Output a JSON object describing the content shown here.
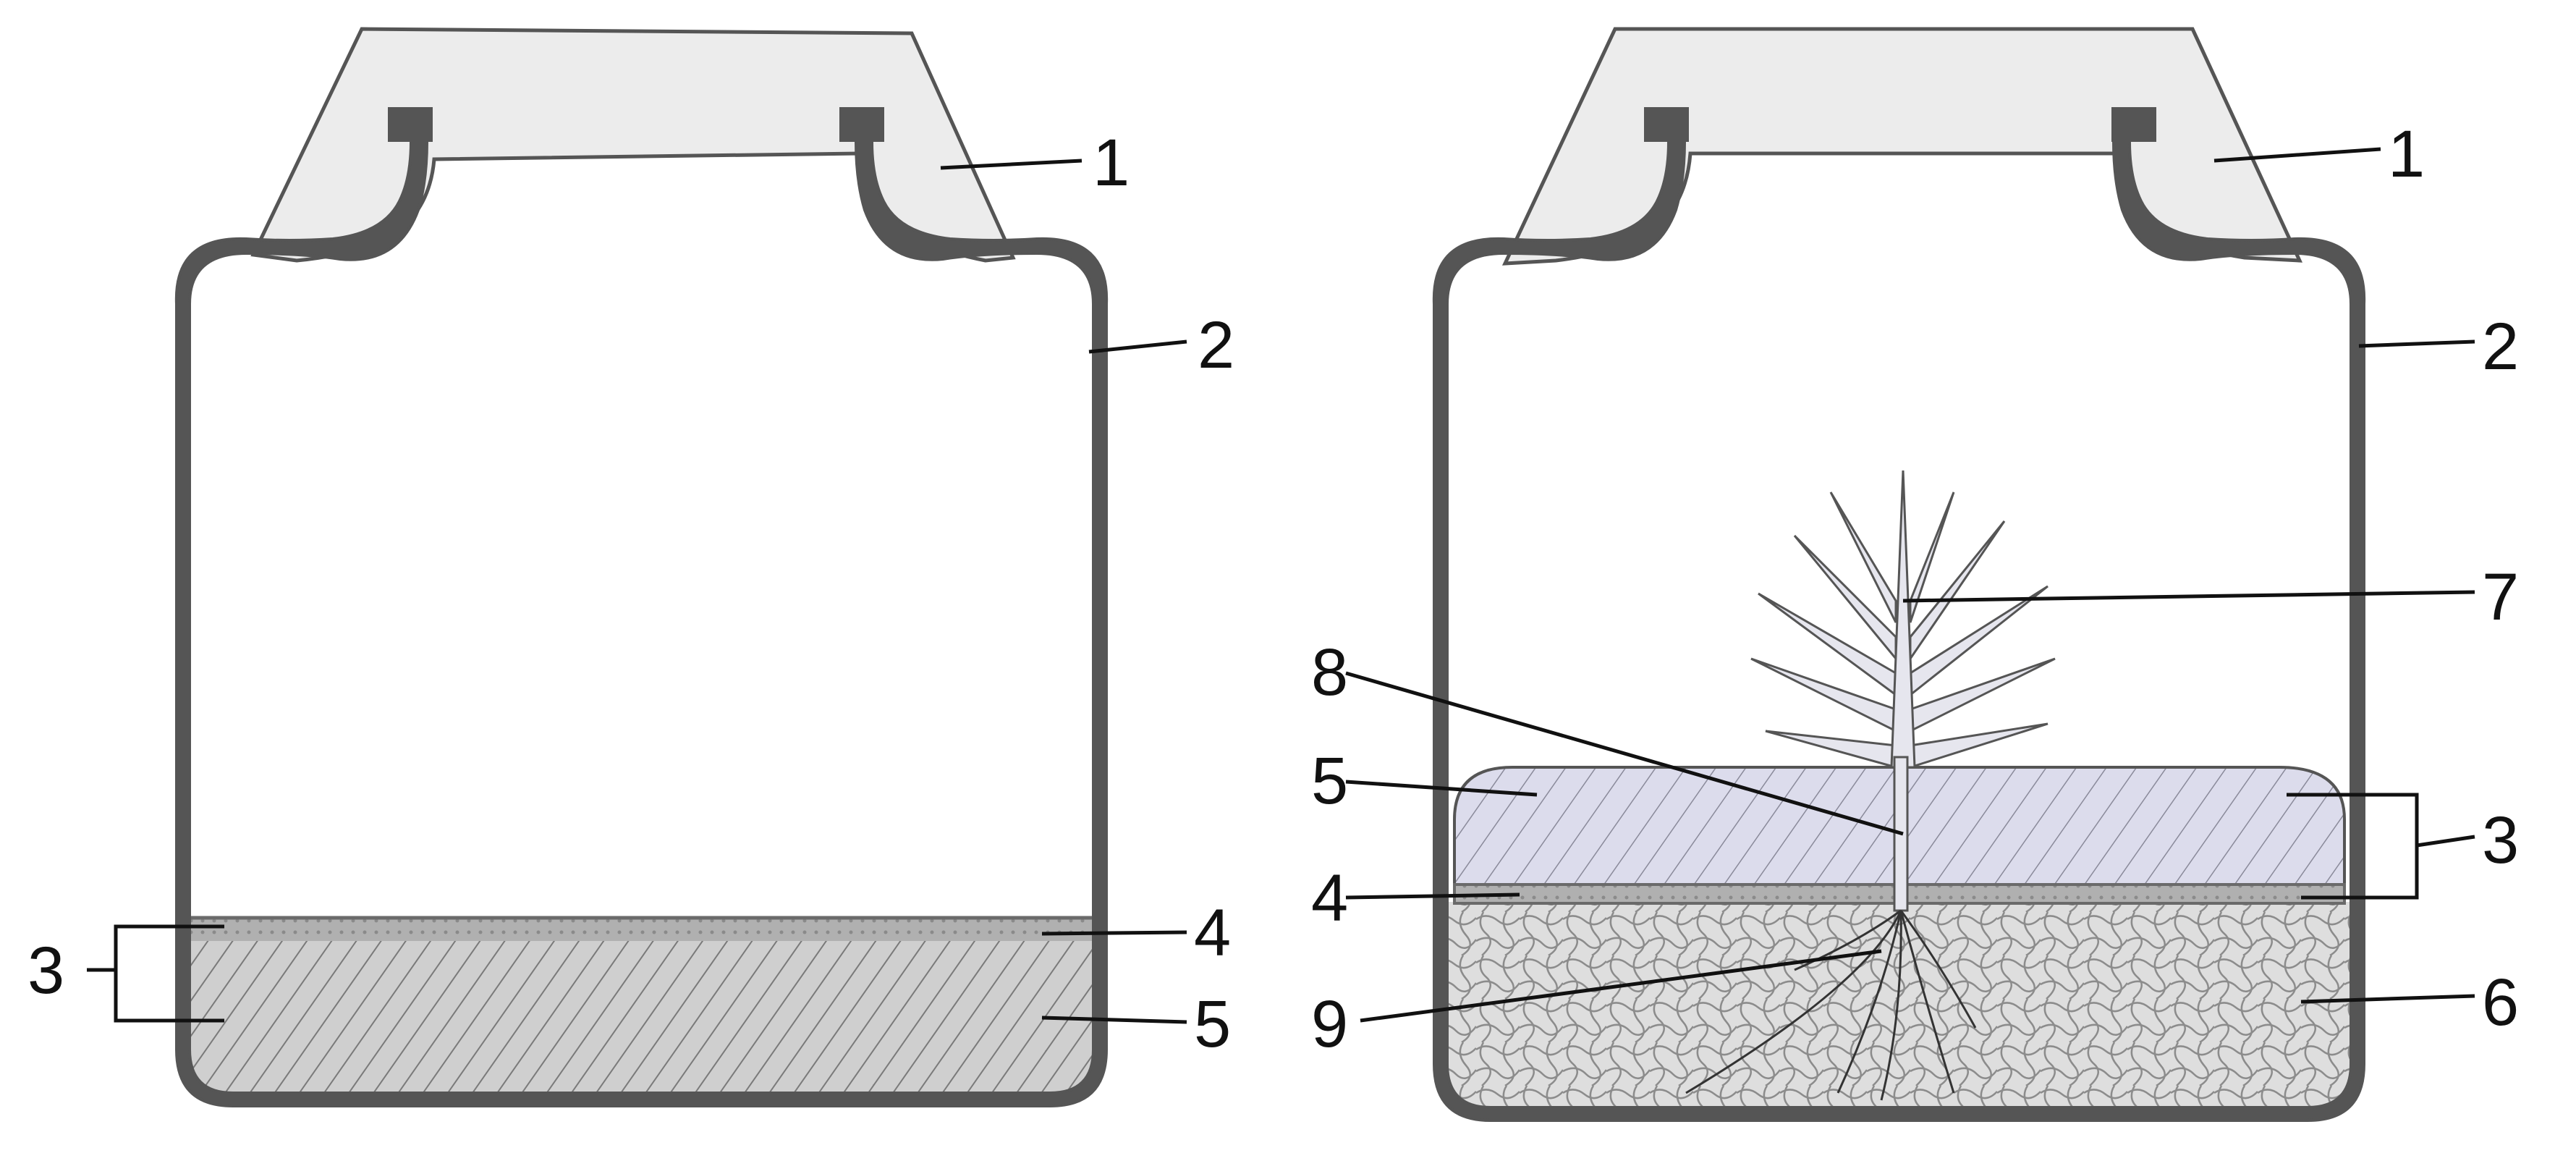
{
  "left_labels": {
    "cap": "1",
    "jar": "2",
    "bracket": "3",
    "layer_thin": "4",
    "layer_base": "5"
  },
  "right_labels": {
    "cap": "1",
    "jar": "2",
    "bracket": "3",
    "layer_thin": "4",
    "layer_top": "5",
    "layer_bottom": "6",
    "shoot": "7",
    "stem": "8",
    "roots": "9"
  },
  "colors": {
    "jar_outline": "#555555",
    "cap_fill": "#ececec",
    "cap_square": "#555555",
    "medium_diagonal_fill": "#cfcfcf",
    "thin_layer_fill": "#a9a9a9",
    "top_layer_fill": "#dcdcec",
    "bottom_layer_fill": "#dedede",
    "plant_fill": "#e6e6ee",
    "leader_line": "#111111"
  }
}
